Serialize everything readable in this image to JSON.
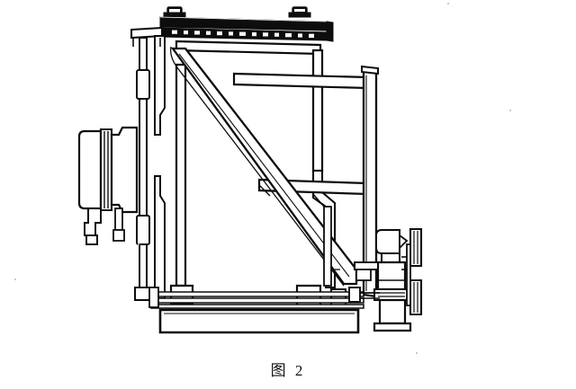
{
  "document": {
    "type": "patent-line-drawing",
    "background_color": "#ffffff",
    "ink_color": "#0d0d0d",
    "caption": "图 2",
    "caption_label": "图",
    "caption_number": "2"
  },
  "figure": {
    "title": "图 2",
    "description": "Mechanical assembly elevation view: welded frame with drive motor at left, perforated top rail, diagonal brace, and belt drive unit at right.",
    "view": "side elevation",
    "parts": [
      {
        "id": "base-plate",
        "name": "base-plate",
        "label": ""
      },
      {
        "id": "left-motor",
        "name": "drive-motor-housing",
        "label": ""
      },
      {
        "id": "gearbox",
        "name": "gearbox-flange",
        "label": ""
      },
      {
        "id": "top-rail",
        "name": "perforated-top-rail",
        "label": ""
      },
      {
        "id": "diagonal-brace",
        "name": "diagonal-brace",
        "label": ""
      },
      {
        "id": "right-post",
        "name": "right-vertical-post",
        "label": ""
      },
      {
        "id": "belt-drive",
        "name": "belt-drive-assembly",
        "label": ""
      },
      {
        "id": "pulley-upper",
        "name": "upper-pulley",
        "label": ""
      },
      {
        "id": "pulley-lower",
        "name": "lower-pulley",
        "label": ""
      },
      {
        "id": "cross-member-upper",
        "name": "upper-cross-member",
        "label": ""
      },
      {
        "id": "cross-member-mid",
        "name": "mid-cross-member",
        "label": ""
      }
    ],
    "perforated_rail": {
      "hole_count": 13,
      "hole_color": "#ffffff",
      "bar_color": "#111111"
    },
    "lugs": {
      "count": 2
    }
  }
}
